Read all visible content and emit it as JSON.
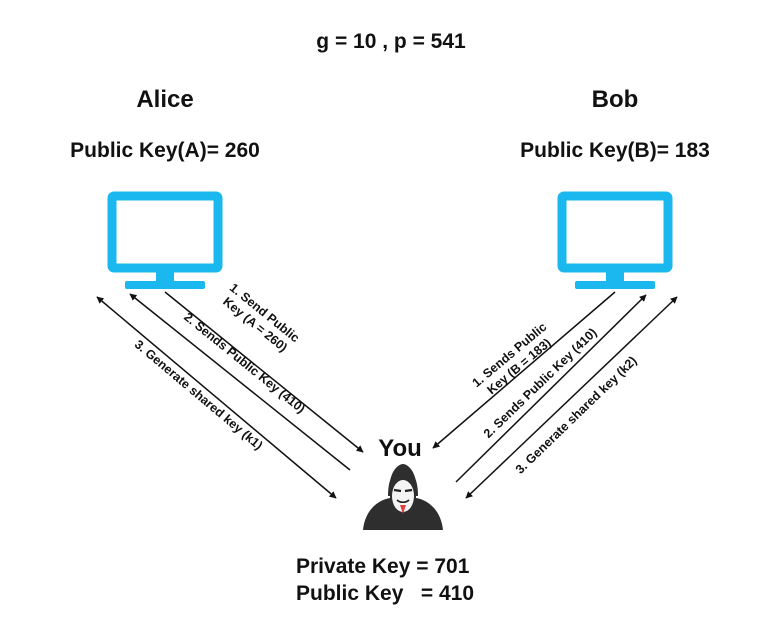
{
  "parameters": "g = 10 , p = 541",
  "alice": {
    "name": "Alice",
    "public_key": "Public Key(A)= 260"
  },
  "bob": {
    "name": "Bob",
    "public_key": "Public Key(B)= 183"
  },
  "attacker": {
    "name": "You",
    "private_key": "Private Key = 701",
    "public_key": "Public Key   = 410"
  },
  "arrows": {
    "alice_1_line1": "1. Send Public",
    "alice_1_line2": "Key (A = 260)",
    "alice_2": "2. Sends Public Key (410)",
    "alice_3": "3. Generate shared key (k1)",
    "bob_1_line1": "1. Sends Public",
    "bob_1_line2": "Key (B = 183)",
    "bob_2": "2. Sends Public Key (410)",
    "bob_3": "3. Generate shared key (k2)"
  },
  "colors": {
    "monitor": "#1ab8ee",
    "text": "#111111"
  },
  "icons": {
    "computer": "monitor-icon",
    "attacker": "anonymous-hacker-icon"
  }
}
